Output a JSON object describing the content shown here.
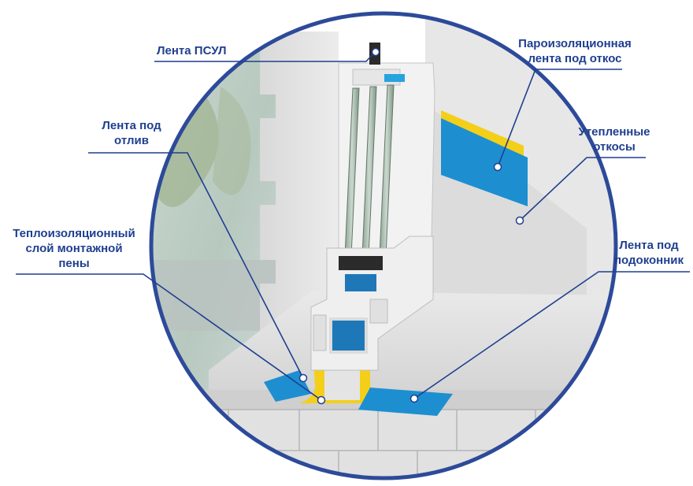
{
  "labels": {
    "psul": [
      "Лента ПСУЛ"
    ],
    "vapor": [
      "Пароизоляционная",
      "лента под откос"
    ],
    "slopes": [
      "Утепленные",
      "откосы"
    ],
    "drip": [
      "Лента под",
      "отлив"
    ],
    "foam": [
      "Теплоизоляционный",
      "слой монтажной",
      "пены"
    ],
    "sill": [
      "Лента под",
      "подоконник"
    ]
  },
  "colors": {
    "label_text": "#1f3f8f",
    "leader_line": "#1f3f8f",
    "circle_border": "#2d4a9a",
    "foam_yellow": "#f3cf1a",
    "tape_blue": "#1d8fd1",
    "frame_white": "#eeeeee",
    "glass_green": "#6f8a72",
    "chamber_blue": "#1e78b8",
    "wall_grey": "#e3e3e3"
  },
  "icons": {
    "callout_dot": "white-dot-marker",
    "psul_tape": "psul-tape-strip"
  }
}
